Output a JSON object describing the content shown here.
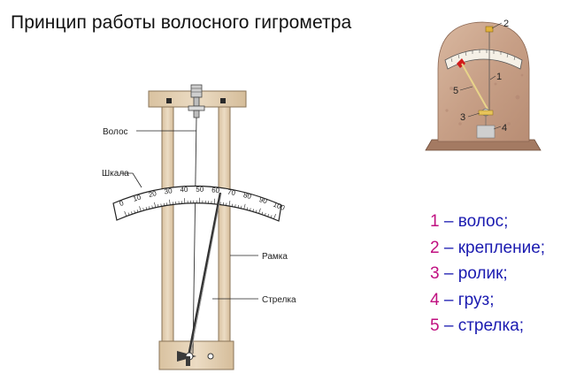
{
  "title": "Принцип работы волосного гигрометра",
  "diagram": {
    "labels": {
      "hair": "Волос",
      "scale": "Шкала",
      "frame": "Рамка",
      "pointer": "Стрелка"
    },
    "scale_ticks": [
      "0",
      "10",
      "20",
      "30",
      "40",
      "50",
      "60",
      "70",
      "80",
      "90",
      "100"
    ]
  },
  "photo": {
    "callouts": [
      "1",
      "2",
      "3",
      "4",
      "5"
    ]
  },
  "legend": [
    {
      "num": "1",
      "text": " – волос;"
    },
    {
      "num": "2",
      "text": " – крепление;"
    },
    {
      "num": "3",
      "text": " – ролик;"
    },
    {
      "num": "4",
      "text": " – груз;"
    },
    {
      "num": "5",
      "text": " – стрелка;"
    }
  ],
  "colors": {
    "legend_text": "#1a1ab0",
    "legend_number": "#c01080",
    "frame_wood": "#e8d6bd",
    "photo_stone": "#c9a58c"
  }
}
